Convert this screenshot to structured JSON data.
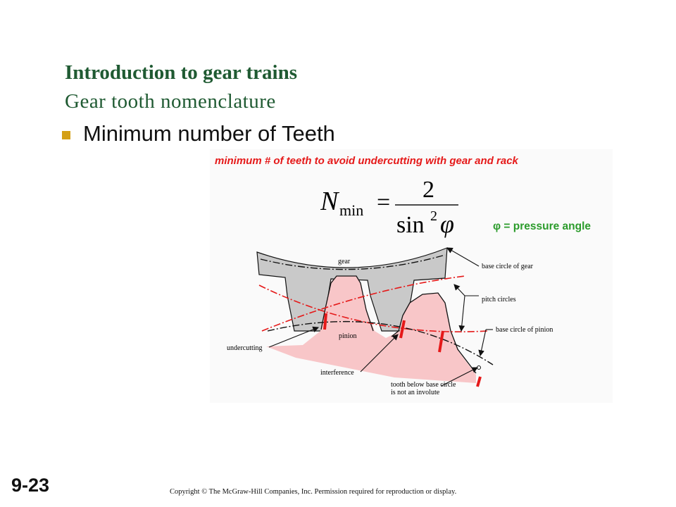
{
  "slide": {
    "title": "Introduction to gear trains",
    "subtitle": "Gear tooth nomenclature",
    "bullet": "Minimum number of Teeth",
    "number": "9-23",
    "copyright": "Copyright © The McGraw-Hill Companies, Inc. Permission required for reproduction or display."
  },
  "figure": {
    "caption": "minimum # of teeth to avoid undercutting with gear and rack",
    "formula": {
      "lhs_symbol": "N",
      "lhs_subscript": "min",
      "equals": "=",
      "numerator": "2",
      "denominator_func": "sin",
      "denominator_exponent": "2",
      "denominator_symbol": "φ"
    },
    "phi_note": "φ = pressure angle",
    "labels": {
      "gear": "gear",
      "pinion": "pinion",
      "base_circle_gear": "base circle of gear",
      "pitch_circles": "pitch circles",
      "base_circle_pinion": "base circle of pinion",
      "undercutting": "undercutting",
      "interference": "interference",
      "tooth_below_1": "tooth below base circle",
      "tooth_below_2": "is not an involute"
    },
    "colors": {
      "title_green": "#1f5a32",
      "bullet_gold": "#d4a017",
      "caption_red": "#e51919",
      "note_green": "#2b9b2b",
      "gear_fill": "#c9c9c9",
      "pinion_fill": "#f8c6c8"
    }
  }
}
